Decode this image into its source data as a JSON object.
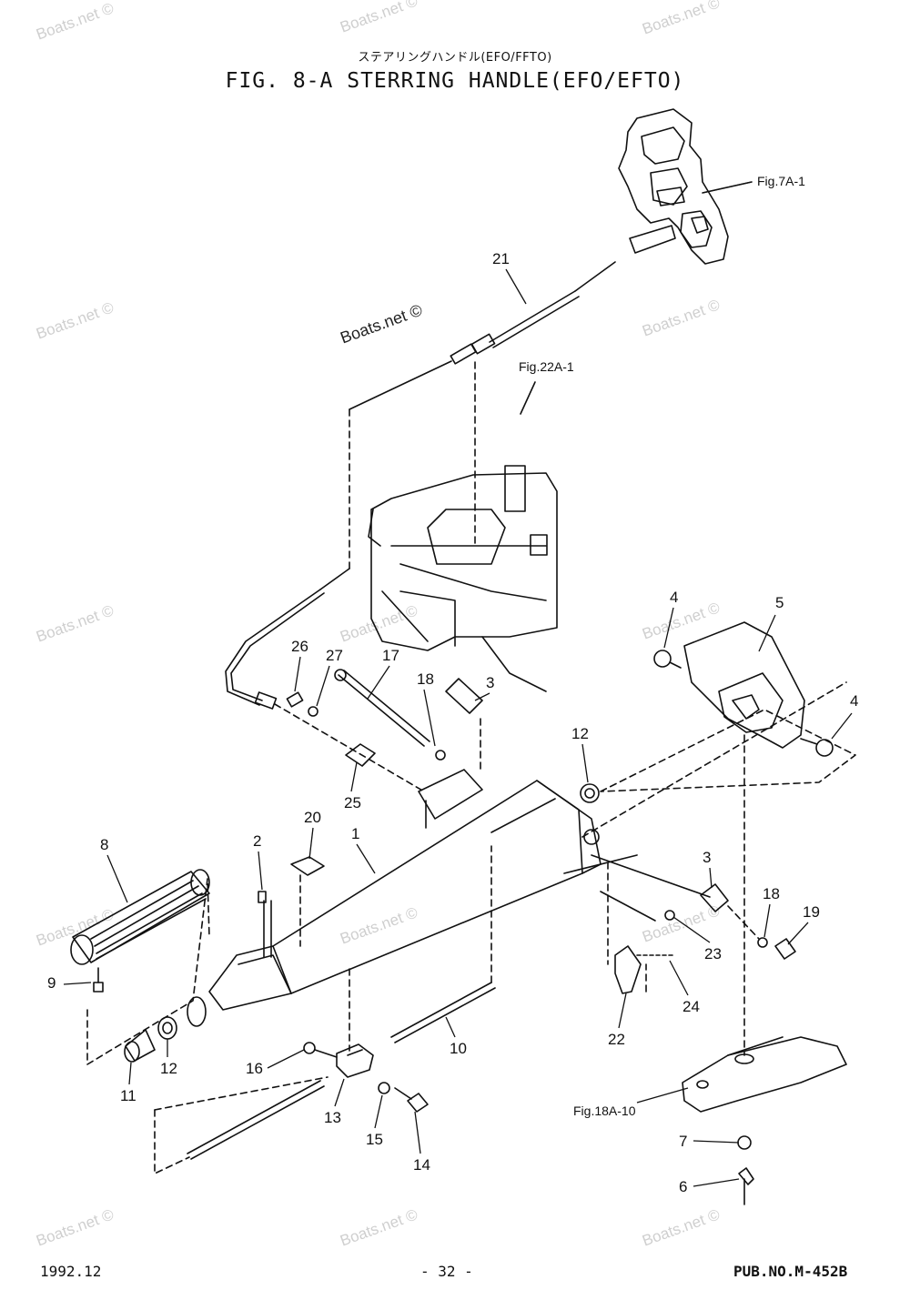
{
  "header": {
    "subtitle_jp": "ステアリングハンドル(EFO/FFTO)",
    "title": "FIG.  8-A STERRING HANDLE(EFO/EFTO)"
  },
  "footer": {
    "date": "1992.12",
    "page": "- 32 -",
    "publication": "PUB.NO.M-452B"
  },
  "watermark": {
    "text": "Boats.net ©"
  },
  "figure_refs": {
    "fig7a1": "Fig.7A-1",
    "fig22a1": "Fig.22A-1",
    "fig18a10": "Fig.18A-10"
  },
  "callouts": {
    "c1": "1",
    "c2": "2",
    "c3a": "3",
    "c3b": "3",
    "c4a": "4",
    "c4b": "4",
    "c5": "5",
    "c6": "6",
    "c7": "7",
    "c8": "8",
    "c9": "9",
    "c10": "10",
    "c11": "11",
    "c12a": "12",
    "c12b": "12",
    "c13": "13",
    "c14": "14",
    "c15": "15",
    "c16": "16",
    "c17": "17",
    "c18a": "18",
    "c18b": "18",
    "c19": "19",
    "c20": "20",
    "c21": "21",
    "c22": "22",
    "c23": "23",
    "c24": "24",
    "c25": "25",
    "c26": "26",
    "c27": "27"
  }
}
